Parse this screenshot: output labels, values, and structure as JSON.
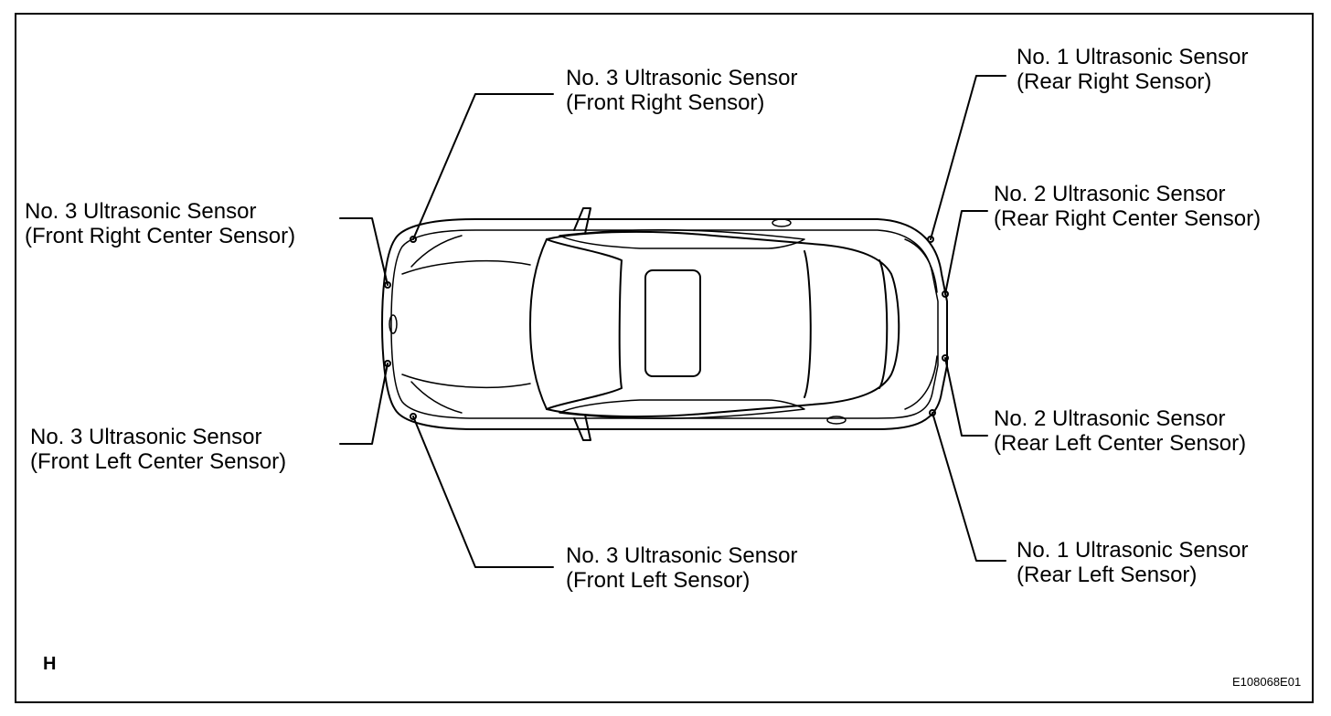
{
  "labels": {
    "front_right": {
      "line1": "No. 3 Ultrasonic Sensor",
      "line2": "(Front Right Sensor)"
    },
    "front_right_center": {
      "line1": "No. 3 Ultrasonic Sensor",
      "line2": "(Front Right Center Sensor)"
    },
    "front_left_center": {
      "line1": "No. 3 Ultrasonic Sensor",
      "line2": "(Front Left Center Sensor)"
    },
    "front_left": {
      "line1": "No. 3 Ultrasonic Sensor",
      "line2": "(Front Left Sensor)"
    },
    "rear_right": {
      "line1": "No. 1 Ultrasonic Sensor",
      "line2": "(Rear Right Sensor)"
    },
    "rear_right_center": {
      "line1": "No. 2 Ultrasonic Sensor",
      "line2": "(Rear Right Center Sensor)"
    },
    "rear_left_center": {
      "line1": "No. 2 Ultrasonic Sensor",
      "line2": "(Rear Left Center Sensor)"
    },
    "rear_left": {
      "line1": "No. 1 Ultrasonic Sensor",
      "line2": "(Rear Left Sensor)"
    }
  },
  "corner_letter": "H",
  "figure_code": "E108068E01",
  "colors": {
    "line": "#000000",
    "background": "#ffffff"
  }
}
